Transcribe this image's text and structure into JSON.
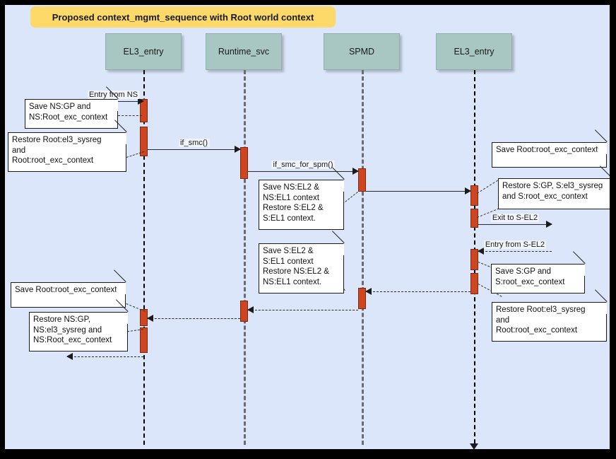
{
  "diagram": {
    "kind": "uml-sequence-diagram",
    "title": "Proposed context_mgmt_sequence with Root world context",
    "canvas_color": "#dce6fa",
    "title_color": "#fcd968",
    "participant_color": "#a8c6c2",
    "activation_color": "#cf4520",
    "note_color": "#ffffff"
  },
  "participants": [
    {
      "name": "EL3_entry",
      "label": "EL3_entry"
    },
    {
      "name": "Runtime_svc",
      "label": "Runtime_svc"
    },
    {
      "name": "SPMD",
      "label": "SPMD"
    },
    {
      "name": "EL3_entry_2",
      "label": "EL3_entry"
    }
  ],
  "messages": [
    {
      "label": "Entry from NS",
      "style": "solid",
      "direction": "right"
    },
    {
      "label": "if_smc()",
      "style": "solid",
      "direction": "right"
    },
    {
      "label": "if_smc_for_spm()",
      "style": "solid",
      "direction": "right"
    },
    {
      "label": "",
      "style": "solid",
      "direction": "right"
    },
    {
      "label": "Exit to S-EL2",
      "style": "solid",
      "direction": "right"
    },
    {
      "label": "Entry from S-EL2",
      "style": "dashed",
      "direction": "left"
    },
    {
      "label": "",
      "style": "dashed",
      "direction": "left"
    },
    {
      "label": "",
      "style": "dashed",
      "direction": "left"
    },
    {
      "label": "",
      "style": "dashed",
      "direction": "left"
    }
  ],
  "notes": [
    {
      "id": "note-save-ns-gp",
      "text": "Save NS:GP and\nNS:Root_exc_context"
    },
    {
      "id": "note-restore-root-1",
      "text": "Restore Root:el3_sysreg\nand\nRoot:root_exc_context"
    },
    {
      "id": "note-save-ns-el2",
      "text": "Save NS:EL2 &\nNS:EL1 context\nRestore S:EL2 &\nS:EL1 context."
    },
    {
      "id": "note-save-root-exc-1",
      "text": "Save Root:root_exc_context"
    },
    {
      "id": "note-restore-s-gp",
      "text": "Restore S:GP, S:el3_sysreg\nand S:root_exc_context"
    },
    {
      "id": "note-save-s-el2",
      "text": "Save S:EL2 &\nS:EL1 context\nRestore NS:EL2 &\nNS:EL1 context."
    },
    {
      "id": "note-save-s-gp",
      "text": "Save S:GP and\nS:root_exc_context"
    },
    {
      "id": "note-restore-root-2",
      "text": "Restore Root:el3_sysreg\nand\nRoot:root_exc_context"
    },
    {
      "id": "note-save-root-exc-2",
      "text": "Save Root:root_exc_context"
    },
    {
      "id": "note-restore-ns-gp",
      "text": "Restore NS:GP,\nNS:el3_sysreg and\nNS:Root_exc_context"
    }
  ]
}
